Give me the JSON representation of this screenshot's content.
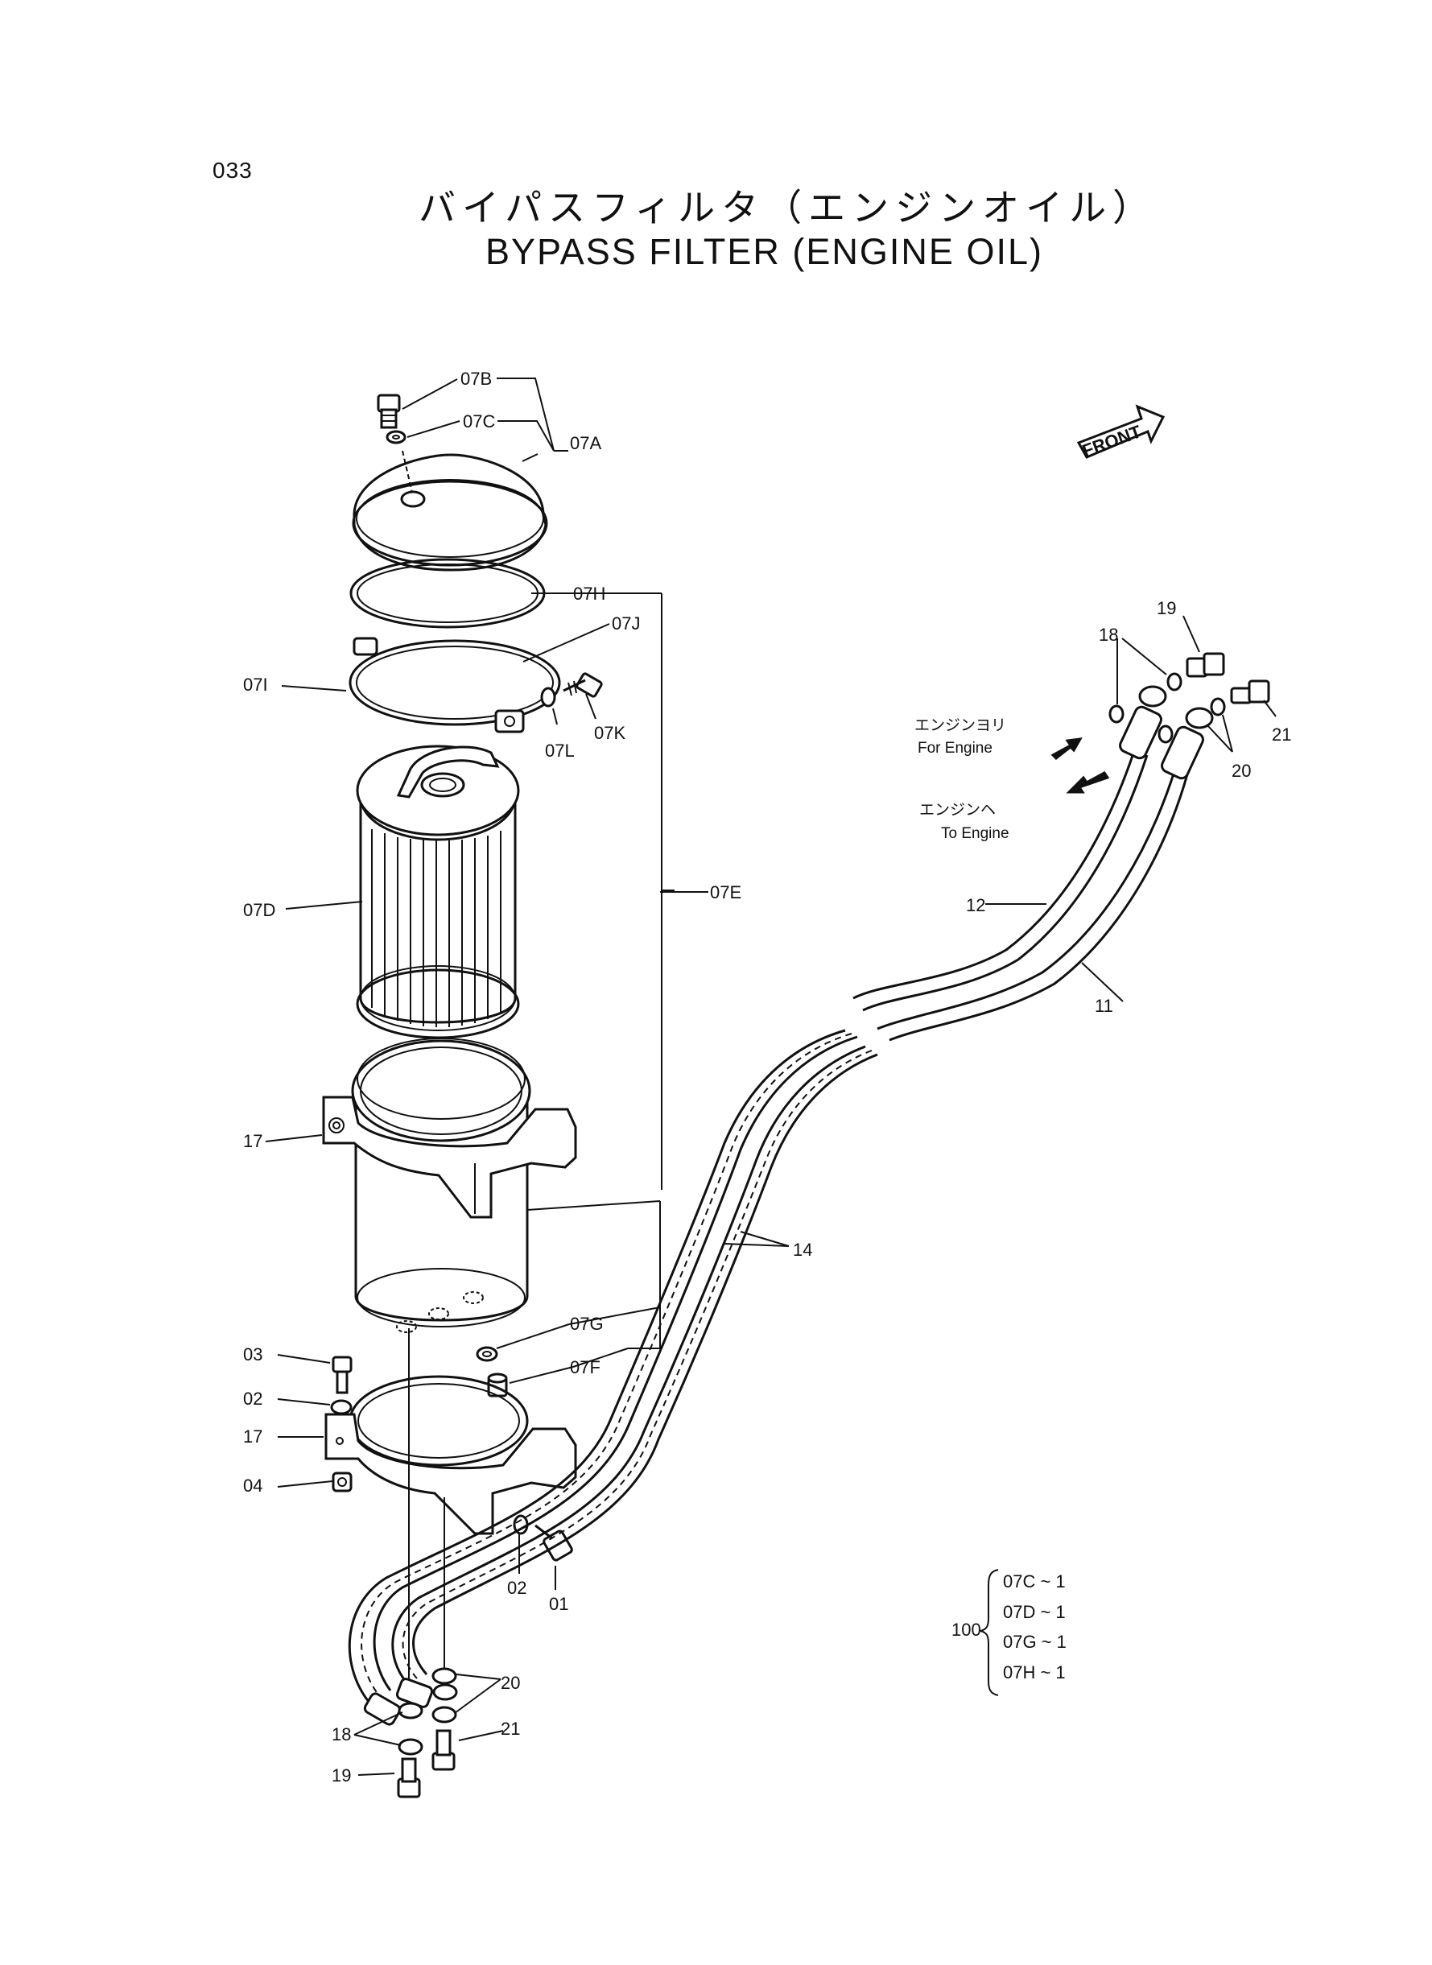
{
  "page": {
    "number": "033",
    "title_jp": "バイパスフィルタ（エンジンオイル）",
    "title_en": "BYPASS FILTER (ENGINE OIL)"
  },
  "front_label": "FRONT",
  "flow_labels": {
    "from_engine_jp": "エンジンヨリ",
    "from_engine_en": "For Engine",
    "to_engine_jp": "エンジンヘ",
    "to_engine_en": "To Engine"
  },
  "callouts": {
    "p07B": "07B",
    "p07C": "07C",
    "p07A": "07A",
    "p07H": "07H",
    "p07J": "07J",
    "p07I": "07I",
    "p07K": "07K",
    "p07L": "07L",
    "p07D": "07D",
    "p07E": "07E",
    "p17a": "17",
    "p07G": "07G",
    "p07F": "07F",
    "p03": "03",
    "p02a": "02",
    "p17b": "17",
    "p04": "04",
    "p02b": "02",
    "p01": "01",
    "p20a": "20",
    "p18a": "18",
    "p21a": "21",
    "p19a": "19",
    "p19b": "19",
    "p18b": "18",
    "p21b": "21",
    "p20b": "20",
    "p12": "12",
    "p11": "11",
    "p14": "14"
  },
  "kit": {
    "number": "100",
    "items": [
      "07C ~ 1",
      "07D ~ 1",
      "07G ~ 1",
      "07H ~ 1"
    ]
  }
}
